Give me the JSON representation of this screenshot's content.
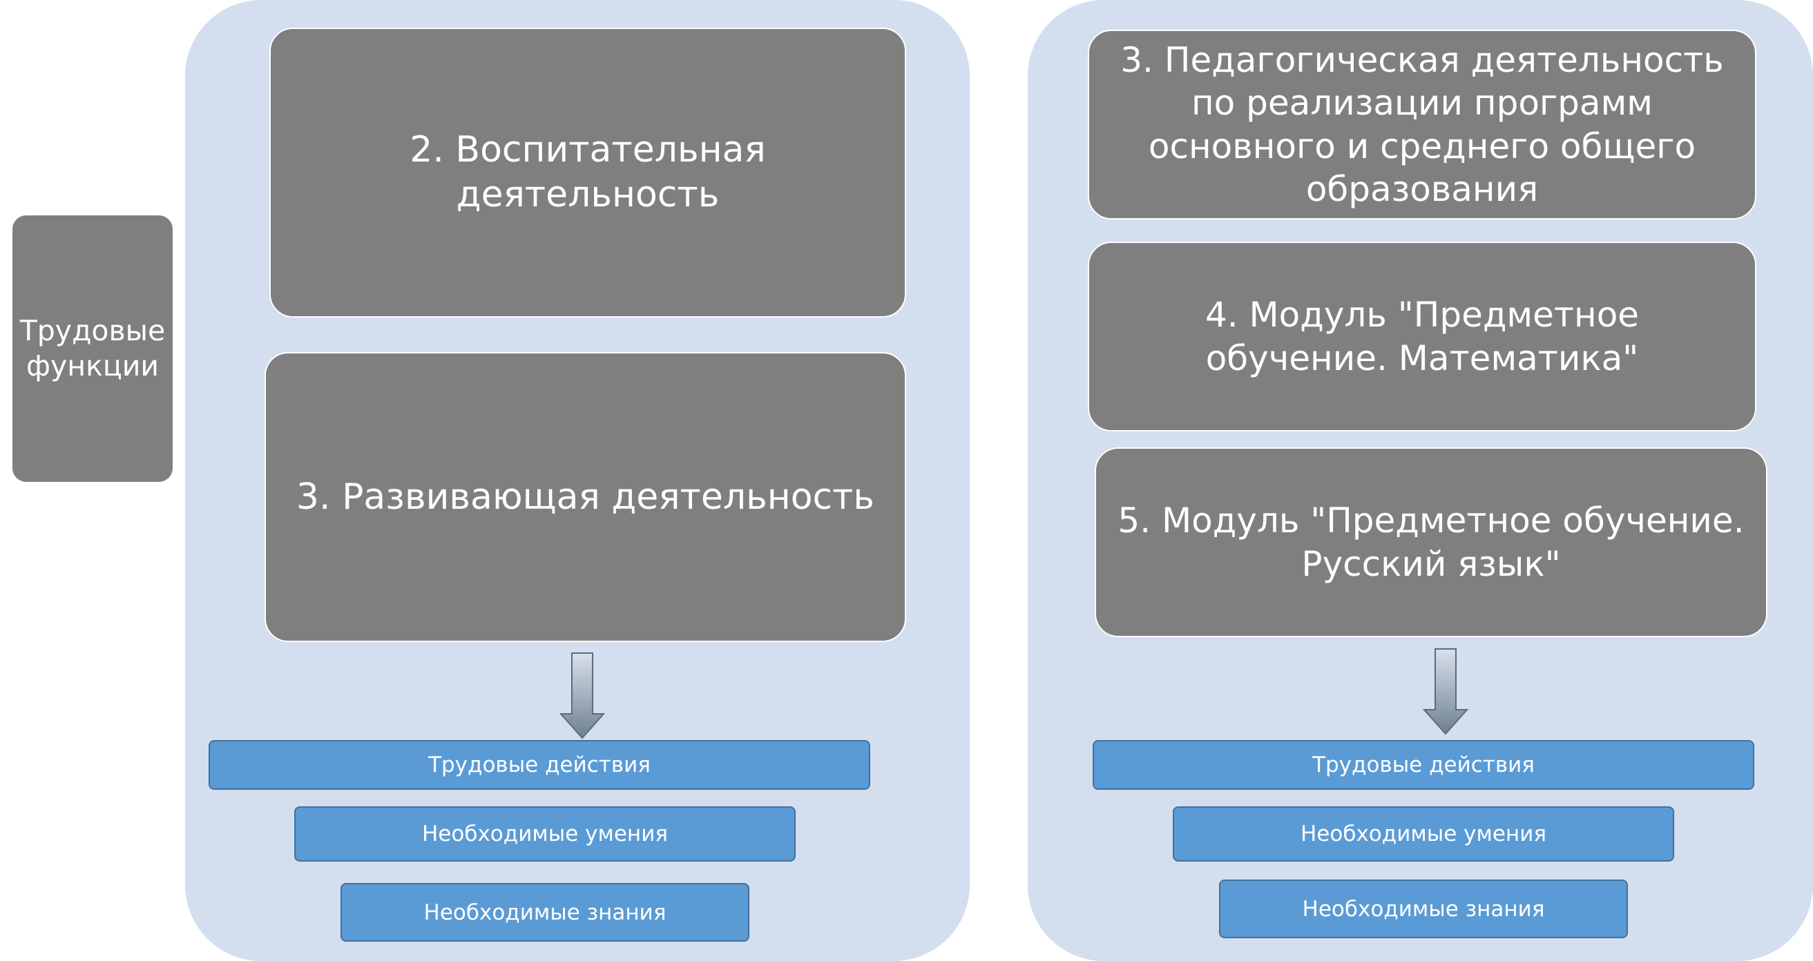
{
  "side_label": {
    "text": "Трудовые функции"
  },
  "left_panel": {
    "boxes": [
      {
        "text": "2. Воспитательная деятельность"
      },
      {
        "text": "3. Развивающая деятельность"
      }
    ],
    "bars": [
      {
        "text": "Трудовые действия"
      },
      {
        "text": "Необходимые умения"
      },
      {
        "text": "Необходимые знания"
      }
    ]
  },
  "right_panel": {
    "boxes": [
      {
        "text": "3. Педагогическая деятельность по реализации программ основного и среднего общего образования"
      },
      {
        "text": "4. Модуль \"Предметное обучение. Математика\""
      },
      {
        "text": "5.  Модуль \"Предметное обучение. Русский язык\""
      }
    ],
    "bars": [
      {
        "text": "Трудовые действия"
      },
      {
        "text": "Необходимые умения"
      },
      {
        "text": "Необходимые знания"
      }
    ]
  },
  "colors": {
    "panel": "#d3deef",
    "box": "#7f7f7f",
    "bar": "#5b9bd5",
    "bar_border": "#41719c",
    "arrow_top": "#d8e1ec",
    "arrow_bottom": "#6f8092"
  }
}
